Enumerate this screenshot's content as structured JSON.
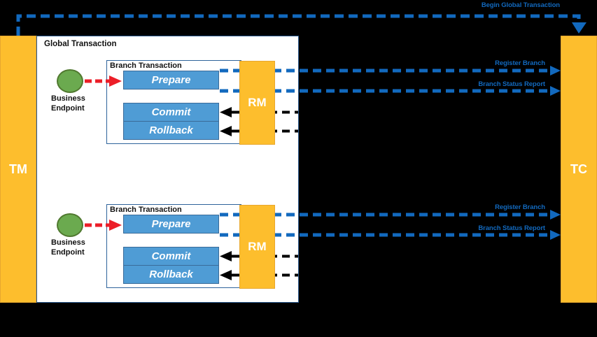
{
  "diagram": {
    "begin_global_transaction_label": "Begin Global Transaction",
    "tm_label": "TM",
    "tc_label": "TC",
    "global_transaction_label": "Global Transaction",
    "branches": [
      {
        "title": "Branch Transaction",
        "business_endpoint_label": "Business Endpoint",
        "prepare_label": "Prepare",
        "commit_label": "Commit",
        "rollback_label": "Rollback",
        "rm_label": "RM",
        "register_branch_label": "Register Branch",
        "branch_status_report_label": "Branch Status Report"
      },
      {
        "title": "Branch Transaction",
        "business_endpoint_label": "Business Endpoint",
        "prepare_label": "Prepare",
        "commit_label": "Commit",
        "rollback_label": "Rollback",
        "rm_label": "RM",
        "register_branch_label": "Register Branch",
        "branch_status_report_label": "Branch Status Report"
      }
    ],
    "colors": {
      "background": "#000000",
      "pillar_orange": "#FDBE2D",
      "step_blue_fill": "#4F9CD5",
      "step_blue_border": "#3A6B99",
      "dash_blue": "#1269BE",
      "dash_black": "#000000",
      "arrow_red": "#EC1E28",
      "endpoint_green": "#6BAA4F",
      "box_border_navy": "#2A5A8E"
    }
  }
}
